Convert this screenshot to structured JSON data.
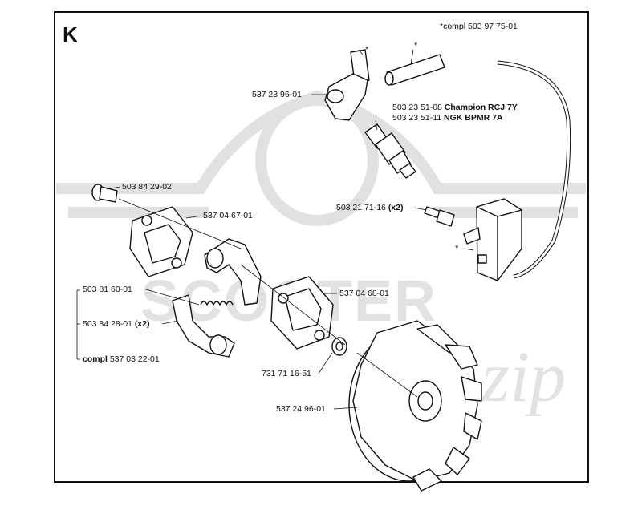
{
  "section_letter": "K",
  "top_note": "*compl 503 97 75-01",
  "watermark": {
    "text": "SCOOTER",
    "script": "zip",
    "color": "#d9d9d9"
  },
  "parts": {
    "boot": "537 23 96-01",
    "plug_a_num": "503 23 51-08",
    "plug_a_name": "Champion RCJ 7Y",
    "plug_b_num": "503 23 51-11",
    "plug_b_name": "NGK BPMR 7A",
    "screw": "503 84 29-02",
    "plate": "537 04 67-01",
    "coil_screw_num": "503 21 71-16",
    "coil_screw_qty": "(x2)",
    "spring": "503 81 60-01",
    "washer_plate": "537 04 68-01",
    "shoe_screw_num": "503 84 28-01",
    "shoe_screw_qty": "(x2)",
    "clutch_compl_word": "compl",
    "clutch_compl_num": "537 03 22-01",
    "washer": "731 71 16-51",
    "flywheel": "537 24 96-01"
  },
  "stars": [
    "*",
    "*",
    "*"
  ]
}
